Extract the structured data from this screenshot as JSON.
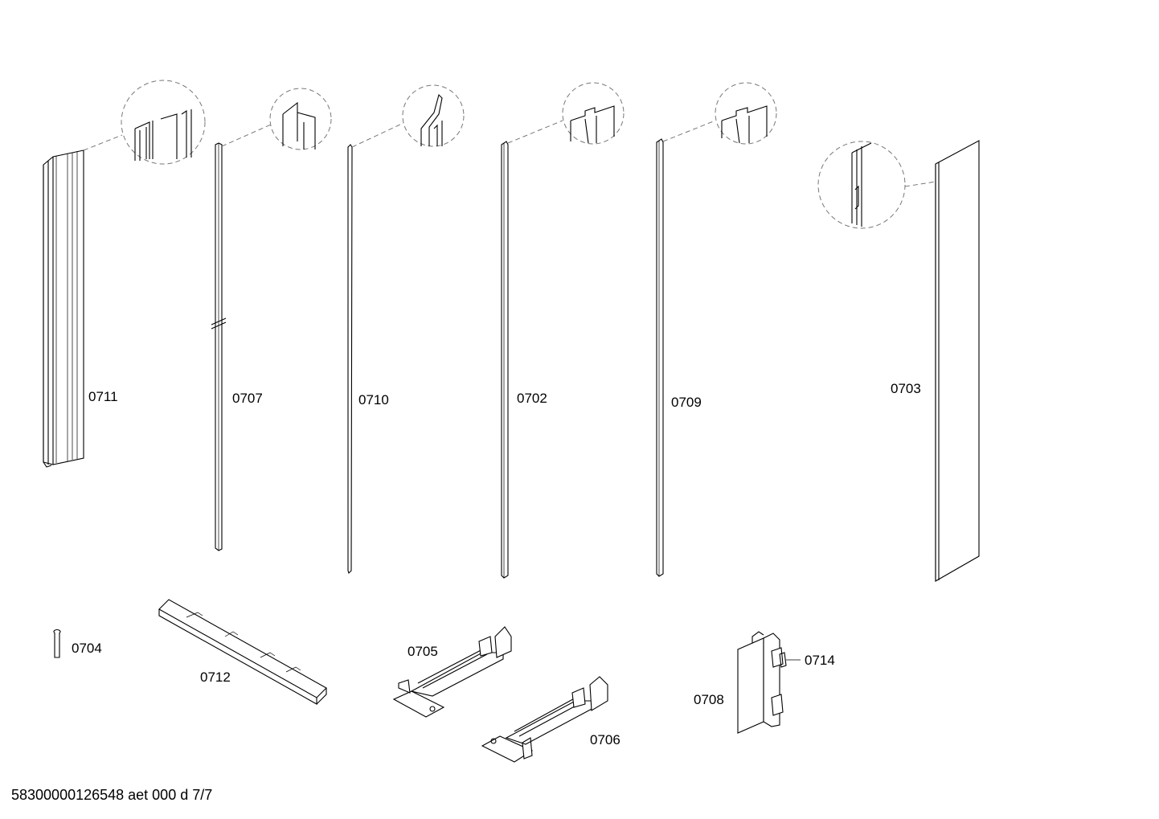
{
  "parts": [
    {
      "id": "p0711",
      "label": "0711"
    },
    {
      "id": "p0707",
      "label": "0707"
    },
    {
      "id": "p0710",
      "label": "0710"
    },
    {
      "id": "p0702",
      "label": "0702"
    },
    {
      "id": "p0709",
      "label": "0709"
    },
    {
      "id": "p0703",
      "label": "0703"
    },
    {
      "id": "p0704",
      "label": "0704"
    },
    {
      "id": "p0712",
      "label": "0712"
    },
    {
      "id": "p0705",
      "label": "0705"
    },
    {
      "id": "p0706",
      "label": "0706"
    },
    {
      "id": "p0708",
      "label": "0708"
    },
    {
      "id": "p0714",
      "label": "0714"
    }
  ],
  "footer": "58300000126548 aet 000 d 7/7"
}
